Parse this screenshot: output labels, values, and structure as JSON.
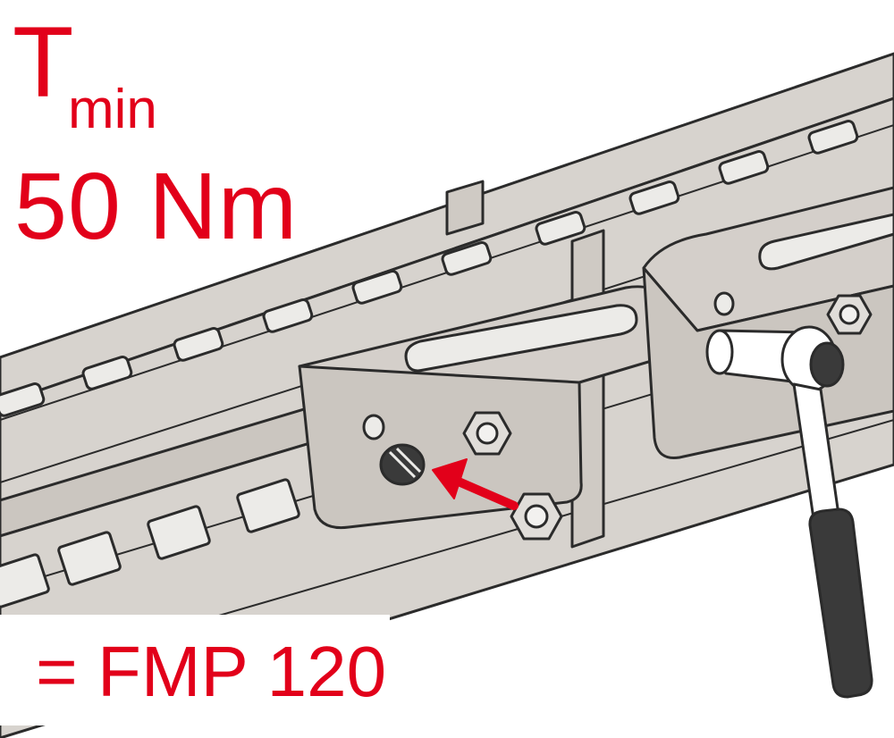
{
  "torque": {
    "symbol": "T",
    "subscript": "min",
    "value": "50 Nm"
  },
  "product": {
    "label": "= FMP 120"
  },
  "colors": {
    "accent": "#e2001a",
    "rail": "#d7d3ce",
    "rail_dark": "#bdb8b1",
    "outline": "#2b2b2b",
    "handle": "#3a3a3a"
  },
  "icons": [
    "tightening-arrow-icon",
    "hex-nut-icon",
    "ratchet-wrench-icon"
  ]
}
